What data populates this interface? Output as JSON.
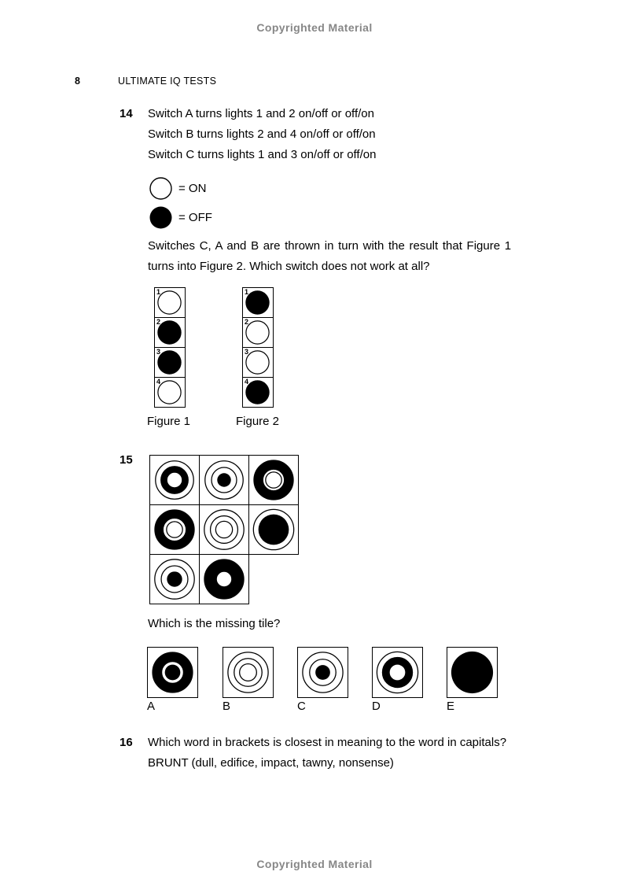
{
  "page": {
    "copyright_top": "Copyrighted Material",
    "copyright_bottom": "Copyrighted Material",
    "page_number": "8",
    "book_title": "ULTIMATE IQ TESTS",
    "text_color": "#000000",
    "copyright_color": "#878787"
  },
  "q14": {
    "number": "14",
    "statements": [
      "Switch A turns lights 1 and 2 on/off or off/on",
      "Switch B turns lights 2 and 4 on/off or off/on",
      "Switch C turns lights 1 and 3 on/off or off/on"
    ],
    "legend": [
      {
        "state": "on",
        "label": "= ON"
      },
      {
        "state": "off",
        "label": "= OFF"
      }
    ],
    "prompt_line1": "Switches C, A and B are thrown in turn with the result that Figure 1",
    "prompt_line2": "turns into Figure 2. Which switch does not work at all?",
    "figures": [
      {
        "label": "Figure 1",
        "cells": [
          {
            "num": "1",
            "state": "on"
          },
          {
            "num": "2",
            "state": "off"
          },
          {
            "num": "3",
            "state": "off"
          },
          {
            "num": "4",
            "state": "on"
          }
        ]
      },
      {
        "label": "Figure 2",
        "cells": [
          {
            "num": "1",
            "state": "off"
          },
          {
            "num": "2",
            "state": "on"
          },
          {
            "num": "3",
            "state": "on"
          },
          {
            "num": "4",
            "state": "off"
          }
        ]
      }
    ]
  },
  "q15": {
    "number": "15",
    "question": "Which is the missing tile?",
    "grid_rows": [
      [
        [
          {
            "type": "outline",
            "r": 25
          },
          {
            "type": "band",
            "r": 14,
            "w": 9
          }
        ],
        [
          {
            "type": "outline",
            "r": 25
          },
          {
            "type": "outline",
            "r": 16.5
          },
          {
            "type": "disc",
            "r": 9
          }
        ],
        [
          {
            "type": "band",
            "r": 20,
            "w": 13
          },
          {
            "type": "outline",
            "r": 10.5
          }
        ]
      ],
      [
        [
          {
            "type": "band",
            "r": 20.5,
            "w": 12
          },
          {
            "type": "outline",
            "r": 10.5
          }
        ],
        [
          {
            "type": "outline",
            "r": 26
          },
          {
            "type": "outline",
            "r": 18
          },
          {
            "type": "outline",
            "r": 11
          }
        ],
        [
          {
            "type": "outline",
            "r": 26.5
          },
          {
            "type": "disc",
            "r": 20
          }
        ]
      ],
      [
        [
          {
            "type": "outline",
            "r": 26
          },
          {
            "type": "outline",
            "r": 17.5
          },
          {
            "type": "disc",
            "r": 10
          }
        ],
        [
          {
            "type": "band",
            "r": 18,
            "w": 17
          }
        ]
      ]
    ],
    "options": [
      {
        "label": "A",
        "rings": [
          {
            "type": "band",
            "r": 20,
            "w": 13
          },
          {
            "type": "disc",
            "r": 10
          }
        ]
      },
      {
        "label": "B",
        "rings": [
          {
            "type": "outline",
            "r": 26
          },
          {
            "type": "outline",
            "r": 18
          },
          {
            "type": "outline",
            "r": 11
          }
        ]
      },
      {
        "label": "C",
        "rings": [
          {
            "type": "outline",
            "r": 26
          },
          {
            "type": "outline",
            "r": 17
          },
          {
            "type": "disc",
            "r": 9.5
          }
        ]
      },
      {
        "label": "D",
        "rings": [
          {
            "type": "outline",
            "r": 26.5
          },
          {
            "type": "band",
            "r": 15,
            "w": 10
          }
        ]
      },
      {
        "label": "E",
        "rings": [
          {
            "type": "disc",
            "r": 27
          }
        ]
      }
    ]
  },
  "q16": {
    "number": "16",
    "prompt": "Which word in brackets is closest in meaning to the word in capitals?",
    "item": "BRUNT (dull, edifice, impact, tawny, nonsense)"
  }
}
